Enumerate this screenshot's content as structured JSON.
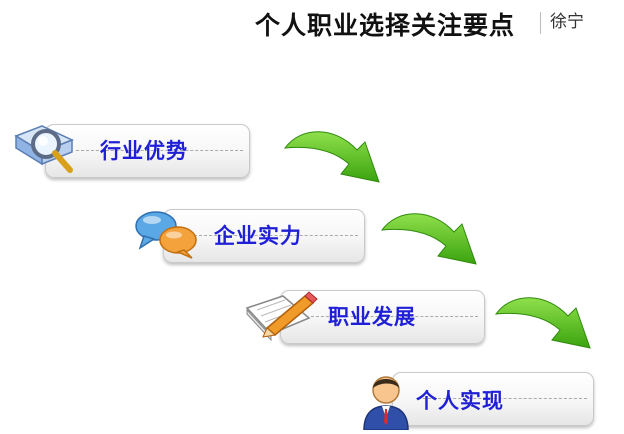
{
  "title": "个人职业选择关注要点",
  "signature": "徐宁",
  "steps": [
    {
      "label": "行业优势",
      "icon": "magnifier-book-icon"
    },
    {
      "label": "企业实力",
      "icon": "chat-bubbles-icon"
    },
    {
      "label": "职业发展",
      "icon": "pencil-paper-icon"
    },
    {
      "label": "个人实现",
      "icon": "person-icon"
    }
  ],
  "colors": {
    "label": "#1f1fd6",
    "arrow": "#4fc21a"
  }
}
